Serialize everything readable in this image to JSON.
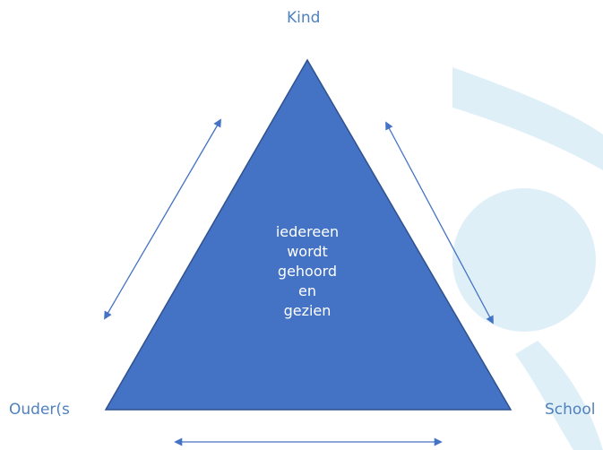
{
  "vertices": {
    "top": "Kind",
    "left": "Ouder(s",
    "right": "School"
  },
  "center_lines": [
    "iedereen",
    "wordt",
    "gehoord",
    "en",
    "gezien"
  ],
  "colors": {
    "triangle_fill": "#4472c4",
    "triangle_stroke": "#2f528f",
    "arrow": "#4472c4",
    "label": "#4f81bd",
    "watermark": "#d9ecf7"
  }
}
